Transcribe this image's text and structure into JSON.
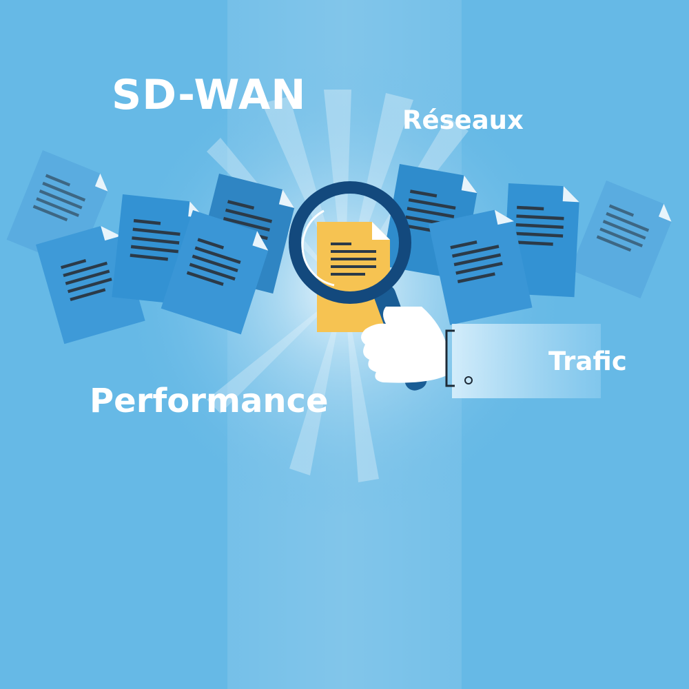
{
  "labels": {
    "sdwan": "SD-WAN",
    "reseaux": "Réseaux",
    "trafic": "Trafic",
    "performance": "Performance"
  },
  "colors": {
    "background": "#66b9e6",
    "document_blue": "#3d9ad6",
    "document_yellow": "#f6c352",
    "magnifier_ring": "#13497d",
    "text": "#ffffff"
  },
  "icons": [
    "document-icon",
    "magnifying-glass-icon",
    "hand-icon"
  ]
}
